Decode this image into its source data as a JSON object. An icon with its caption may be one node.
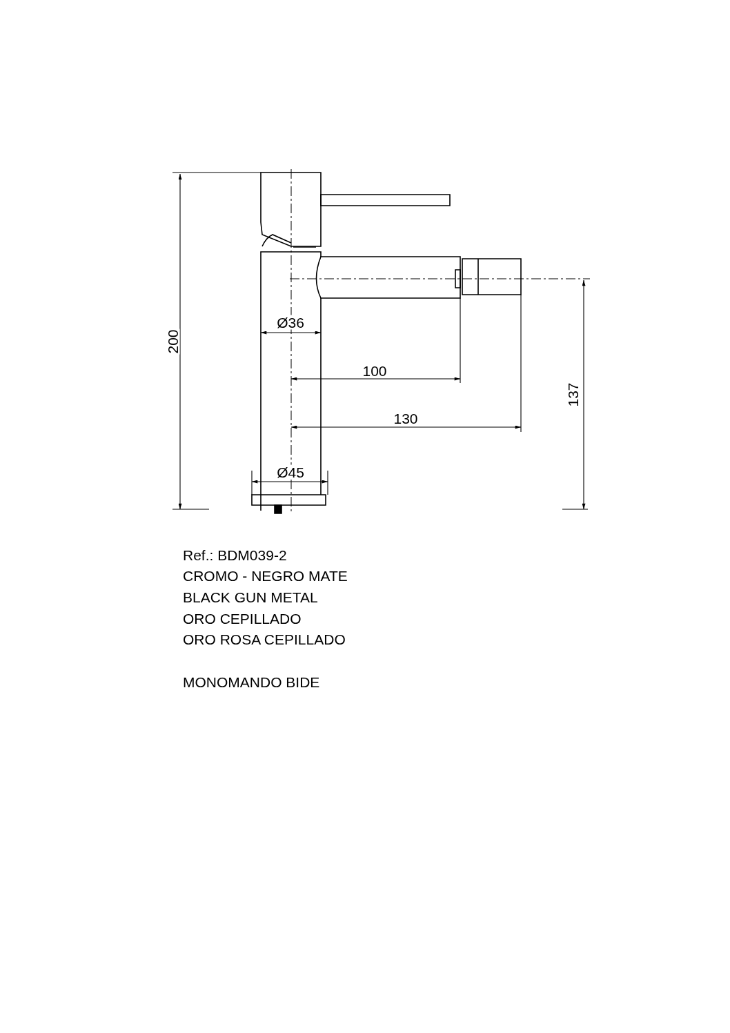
{
  "diagram": {
    "labels": [
      "200",
      "Ø36",
      "100",
      "130",
      "Ø45",
      "137",
      "Ref.: BDM039-2",
      "CROMO - NEGRO MATE",
      "BLACK GUN METAL",
      "ORO CEPILLADO",
      "ORO ROSA CEPILLADO",
      "MONOMANDO BIDE"
    ]
  }
}
